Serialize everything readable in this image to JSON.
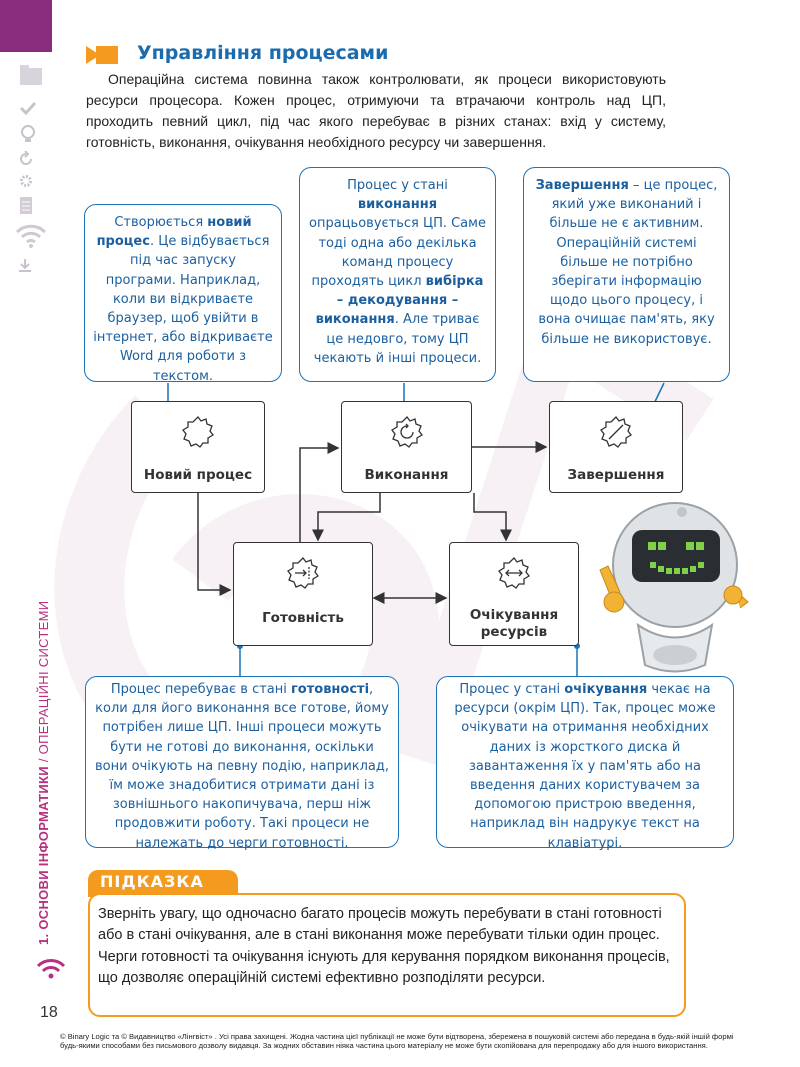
{
  "page": {
    "heading": "Управління процесами",
    "intro": "Операційна система повинна також контролювати, як процеси використовують ресурси процесора. Кожен процес, отримуючи та втрачаючи контроль над ЦП, проходить певний цикл, під час якого перебуває в різних станах: вхід у систему, готовність, виконання, очікування необхідного ресурсу чи завершення.",
    "page_number": "18",
    "section_chapter": "1. ОСНОВИ ІНФОРМАТИКИ",
    "section_separator": " / ",
    "section_subject": "ОПЕРАЦІЙНІ СИСТЕМИ"
  },
  "states": {
    "new": "Новий процес",
    "running": "Виконання",
    "terminated": "Завершення",
    "ready": "Готовність",
    "waiting": "Очікування ресурсів"
  },
  "callouts": {
    "new": [
      "Створюється ",
      "новий процес",
      ". Це відбувається під час запуску програми. Наприклад, коли ви відкриваєте браузер, щоб увійти в інтернет, або відкриваєте Word для роботи з текстом."
    ],
    "running": [
      "Процес у стані ",
      "виконання",
      " опрацьовується ЦП. Саме тоді одна або декілька команд процесу проходять цикл ",
      "вибірка – декодування – виконання",
      ". Але триває це недовго, тому ЦП чекають й інші процеси."
    ],
    "terminated": [
      "Завершення",
      " – це процес, який уже виконаний і більше не є активним. Операційній системі більше не потрібно зберігати інформацію щодо цього процесу, і вона очищає пам'ять, яку більше не використовує."
    ],
    "ready": [
      "Процес перебуває в стані ",
      "готовності",
      ", коли для його виконання все готове, йому потрібен лише ЦП. Інші процеси можуть бути не готові до виконання, оскільки вони очікують на певну подію, наприклад, їм може знадобитися отримати дані із зовнішнього накопичувача, перш ніж продовжити роботу. Такі процеси не належать до черги готовності."
    ],
    "waiting": [
      "Процес у стані ",
      "очікування",
      " чекає на ресурси (окрім ЦП). Так, процес може очікувати на отримання необхідних даних із жорсткого диска й завантаження їх у пам'ять або на введення даних користувачем за допомогою пристрою введення, наприклад він надрукує текст на клавіатурі."
    ]
  },
  "hint": {
    "title": "ПІДКАЗКА",
    "text": "Зверніть увагу, що одночасно багато процесів можуть перебувати в стані готовності або в стані очікування, але в стані виконання може перебувати тільки один процес. Черги готовності та очікування існують для керування порядком виконання процесів, що дозволяє операційній системі ефективно розподіляти ресурси."
  },
  "copyright": "© Binary Logic та © Видавництво «Лінгвіст» . Усі права захищені. Жодна частина цієї публікації не може бути відтворена, збережена в пошуковій системі або передана в будь-якій іншій формі будь-якими способами без письмового дозволу видавця. За жодних обставин ніяка частина цього матеріалу не може бути скопійована для перепродажу або для іншого використання.",
  "colors": {
    "accent_orange": "#f39a1f",
    "heading_blue": "#1b6cae",
    "callout_blue": "#1b73b8",
    "brand_purple": "#8a2d7e"
  },
  "icons": [
    "folder-icon",
    "check-icon",
    "bulb-icon",
    "refresh-icon",
    "gear-icon",
    "document-icon",
    "wifi-icon",
    "download-icon"
  ]
}
